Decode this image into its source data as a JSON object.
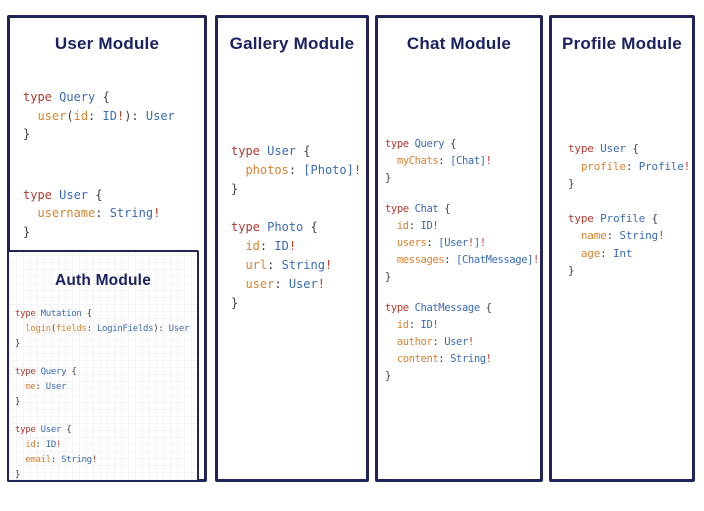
{
  "colors": {
    "border": "#20245a",
    "title": "#1b2161",
    "k": "#b13a30",
    "t": "#3b6bb5",
    "f": "#d9822f",
    "p": "#3d3f42",
    "b": "#c0392b"
  },
  "legend": {
    "token_classes": {
      "k": "graphql-keyword",
      "t": "type-name",
      "f": "field-name",
      "p": "punctuation",
      "b": "non-null-bang"
    }
  },
  "modules": [
    {
      "id": "user",
      "title": "User Module",
      "blocks": [
        [
          [
            [
              "k",
              "type "
            ],
            [
              "t",
              "Query "
            ],
            [
              "p",
              "{"
            ]
          ],
          [
            [
              "p",
              "  "
            ],
            [
              "f",
              "user"
            ],
            [
              "p",
              "("
            ],
            [
              "f",
              "id"
            ],
            [
              "p",
              ": "
            ],
            [
              "t",
              "ID"
            ],
            [
              "b",
              "!"
            ],
            [
              "p",
              "): "
            ],
            [
              "t",
              "User"
            ]
          ],
          [
            [
              "p",
              "}"
            ]
          ]
        ],
        [
          [
            [
              "k",
              "type "
            ],
            [
              "t",
              "User "
            ],
            [
              "p",
              "{"
            ]
          ],
          [
            [
              "p",
              "  "
            ],
            [
              "f",
              "username"
            ],
            [
              "p",
              ": "
            ],
            [
              "t",
              "String"
            ],
            [
              "b",
              "!"
            ]
          ],
          [
            [
              "p",
              "}"
            ]
          ]
        ]
      ]
    },
    {
      "id": "auth",
      "title": "Auth Module",
      "blocks": [
        [
          [
            [
              "k",
              "type "
            ],
            [
              "t",
              "Mutation "
            ],
            [
              "p",
              "{"
            ]
          ],
          [
            [
              "p",
              "  "
            ],
            [
              "f",
              "login"
            ],
            [
              "p",
              "("
            ],
            [
              "f",
              "fields"
            ],
            [
              "p",
              ": "
            ],
            [
              "t",
              "LoginFields"
            ],
            [
              "p",
              "): "
            ],
            [
              "t",
              "User"
            ]
          ],
          [
            [
              "p",
              "}"
            ]
          ]
        ],
        [
          [
            [
              "k",
              "type "
            ],
            [
              "t",
              "Query "
            ],
            [
              "p",
              "{"
            ]
          ],
          [
            [
              "p",
              "  "
            ],
            [
              "f",
              "me"
            ],
            [
              "p",
              ": "
            ],
            [
              "t",
              "User"
            ]
          ],
          [
            [
              "p",
              "}"
            ]
          ]
        ],
        [
          [
            [
              "k",
              "type "
            ],
            [
              "t",
              "User "
            ],
            [
              "p",
              "{"
            ]
          ],
          [
            [
              "p",
              "  "
            ],
            [
              "f",
              "id"
            ],
            [
              "p",
              ": "
            ],
            [
              "t",
              "ID"
            ],
            [
              "b",
              "!"
            ]
          ],
          [
            [
              "p",
              "  "
            ],
            [
              "f",
              "email"
            ],
            [
              "p",
              ": "
            ],
            [
              "t",
              "String"
            ],
            [
              "b",
              "!"
            ]
          ],
          [
            [
              "p",
              "}"
            ]
          ]
        ]
      ]
    },
    {
      "id": "gallery",
      "title": "Gallery Module",
      "blocks": [
        [
          [
            [
              "k",
              "type "
            ],
            [
              "t",
              "User "
            ],
            [
              "p",
              "{"
            ]
          ],
          [
            [
              "p",
              "  "
            ],
            [
              "f",
              "photos"
            ],
            [
              "p",
              ": "
            ],
            [
              "t",
              "[Photo]"
            ],
            [
              "b",
              "!"
            ]
          ],
          [
            [
              "p",
              "}"
            ]
          ]
        ],
        [
          [
            [
              "k",
              "type "
            ],
            [
              "t",
              "Photo "
            ],
            [
              "p",
              "{"
            ]
          ],
          [
            [
              "p",
              "  "
            ],
            [
              "f",
              "id"
            ],
            [
              "p",
              ": "
            ],
            [
              "t",
              "ID"
            ],
            [
              "b",
              "!"
            ]
          ],
          [
            [
              "p",
              "  "
            ],
            [
              "f",
              "url"
            ],
            [
              "p",
              ": "
            ],
            [
              "t",
              "String"
            ],
            [
              "b",
              "!"
            ]
          ],
          [
            [
              "p",
              "  "
            ],
            [
              "f",
              "user"
            ],
            [
              "p",
              ": "
            ],
            [
              "t",
              "User"
            ],
            [
              "b",
              "!"
            ]
          ],
          [
            [
              "p",
              "}"
            ]
          ]
        ]
      ]
    },
    {
      "id": "chat",
      "title": "Chat Module",
      "blocks": [
        [
          [
            [
              "k",
              "type "
            ],
            [
              "t",
              "Query "
            ],
            [
              "p",
              "{"
            ]
          ],
          [
            [
              "p",
              "  "
            ],
            [
              "f",
              "myChats"
            ],
            [
              "p",
              ": "
            ],
            [
              "t",
              "[Chat]"
            ],
            [
              "b",
              "!"
            ]
          ],
          [
            [
              "p",
              "}"
            ]
          ]
        ],
        [
          [
            [
              "k",
              "type "
            ],
            [
              "t",
              "Chat "
            ],
            [
              "p",
              "{"
            ]
          ],
          [
            [
              "p",
              "  "
            ],
            [
              "f",
              "id"
            ],
            [
              "p",
              ": "
            ],
            [
              "t",
              "ID"
            ],
            [
              "b",
              "!"
            ]
          ],
          [
            [
              "p",
              "  "
            ],
            [
              "f",
              "users"
            ],
            [
              "p",
              ": "
            ],
            [
              "t",
              "[User"
            ],
            [
              "b",
              "!"
            ],
            [
              "t",
              "]"
            ],
            [
              "b",
              "!"
            ]
          ],
          [
            [
              "p",
              "  "
            ],
            [
              "f",
              "messages"
            ],
            [
              "p",
              ": "
            ],
            [
              "t",
              "[ChatMessage]"
            ],
            [
              "b",
              "!"
            ]
          ],
          [
            [
              "p",
              "}"
            ]
          ]
        ],
        [
          [
            [
              "k",
              "type "
            ],
            [
              "t",
              "ChatMessage "
            ],
            [
              "p",
              "{"
            ]
          ],
          [
            [
              "p",
              "  "
            ],
            [
              "f",
              "id"
            ],
            [
              "p",
              ": "
            ],
            [
              "t",
              "ID"
            ],
            [
              "b",
              "!"
            ]
          ],
          [
            [
              "p",
              "  "
            ],
            [
              "f",
              "author"
            ],
            [
              "p",
              ": "
            ],
            [
              "t",
              "User"
            ],
            [
              "b",
              "!"
            ]
          ],
          [
            [
              "p",
              "  "
            ],
            [
              "f",
              "content"
            ],
            [
              "p",
              ": "
            ],
            [
              "t",
              "String"
            ],
            [
              "b",
              "!"
            ]
          ],
          [
            [
              "p",
              "}"
            ]
          ]
        ]
      ]
    },
    {
      "id": "profile",
      "title": "Profile Module",
      "blocks": [
        [
          [
            [
              "k",
              "type "
            ],
            [
              "t",
              "User "
            ],
            [
              "p",
              "{"
            ]
          ],
          [
            [
              "p",
              "  "
            ],
            [
              "f",
              "profile"
            ],
            [
              "p",
              ": "
            ],
            [
              "t",
              "Profile"
            ],
            [
              "b",
              "!"
            ]
          ],
          [
            [
              "p",
              "}"
            ]
          ]
        ],
        [
          [
            [
              "k",
              "type "
            ],
            [
              "t",
              "Profile "
            ],
            [
              "p",
              "{"
            ]
          ],
          [
            [
              "p",
              "  "
            ],
            [
              "f",
              "name"
            ],
            [
              "p",
              ": "
            ],
            [
              "t",
              "String"
            ],
            [
              "b",
              "!"
            ]
          ],
          [
            [
              "p",
              "  "
            ],
            [
              "f",
              "age"
            ],
            [
              "p",
              ": "
            ],
            [
              "t",
              "Int"
            ]
          ],
          [
            [
              "p",
              "}"
            ]
          ]
        ]
      ]
    }
  ]
}
